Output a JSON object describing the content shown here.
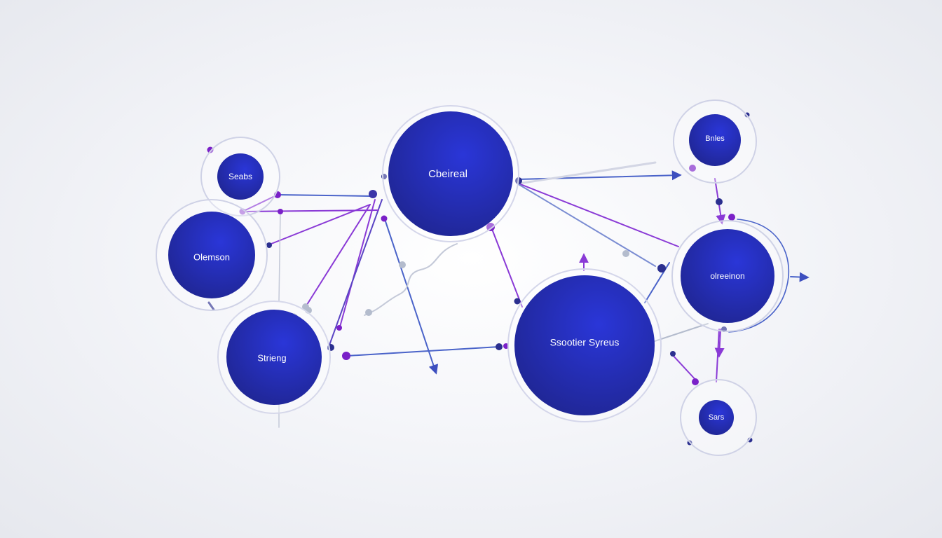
{
  "colors": {
    "node_fill_dark": "#1f2590",
    "node_fill_light": "#2a36d8",
    "ring": "#c9cbe6",
    "edge_blue": "#4a63c9",
    "edge_purple": "#8a3ad6",
    "edge_grey": "#b4bccd",
    "dot_purple": "#7a20c8",
    "dot_navy": "#2b2f8f",
    "label": "#ffffff"
  },
  "nodes": [
    {
      "id": "centre",
      "label": "Cbeireal"
    },
    {
      "id": "seabs",
      "label": "Seabs"
    },
    {
      "id": "olemson",
      "label": "Olemson"
    },
    {
      "id": "strieng",
      "label": "Strieng"
    },
    {
      "id": "snootier",
      "label": "Ssootier Syreus"
    },
    {
      "id": "bnles",
      "label": "Bnles"
    },
    {
      "id": "olreeinon",
      "label": "olreeinon"
    },
    {
      "id": "sars",
      "label": "Sars"
    }
  ],
  "edges": [
    {
      "from": "centre",
      "to": "bnles",
      "style": "arrow",
      "color": "edge_blue"
    },
    {
      "from": "centre",
      "to": "olreeinon",
      "style": "line",
      "color": "edge_purple"
    },
    {
      "from": "centre",
      "to": "snootier",
      "style": "line",
      "color": "edge_purple"
    },
    {
      "from": "centre",
      "to": "olemson",
      "style": "line",
      "color": "edge_purple"
    },
    {
      "from": "centre",
      "to": "strieng",
      "style": "line",
      "color": "edge_purple"
    },
    {
      "from": "seabs",
      "to": "centre",
      "style": "line",
      "color": "edge_blue"
    },
    {
      "from": "strieng",
      "to": "snootier",
      "style": "line",
      "color": "edge_blue"
    },
    {
      "from": "snootier",
      "to": "olreeinon",
      "style": "line",
      "color": "edge_grey"
    },
    {
      "from": "bnles",
      "to": "olreeinon",
      "style": "arrow",
      "color": "edge_purple"
    },
    {
      "from": "olreeinon",
      "to": "sars",
      "style": "line",
      "color": "edge_purple"
    }
  ]
}
